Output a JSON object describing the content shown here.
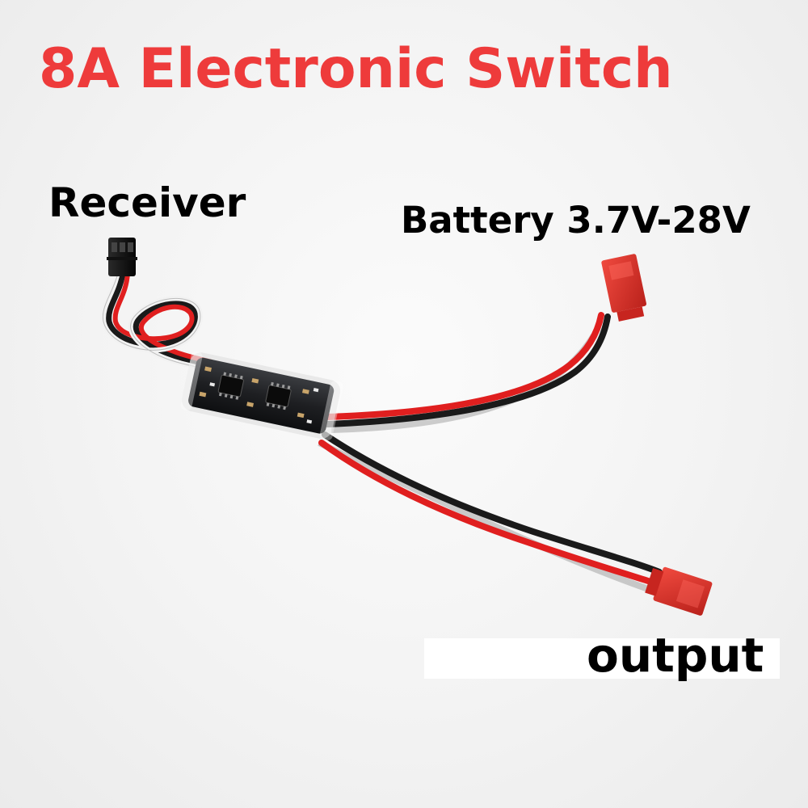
{
  "title": {
    "text": "8A Electronic Switch",
    "color": "#ee3b3b"
  },
  "labels": {
    "receiver": "Receiver",
    "battery": "Battery 3.7V-28V",
    "output": "output"
  },
  "colors": {
    "label_text": "#000000",
    "wire_red": "#e01f1f",
    "wire_black": "#1a1a1a",
    "wire_white": "#f2f2f2",
    "connector_red": "#d92a25",
    "pcb_dark": "#1e1f22"
  }
}
